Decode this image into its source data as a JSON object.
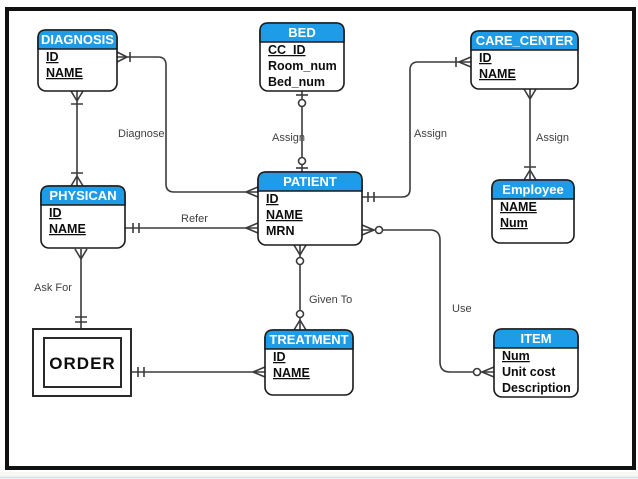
{
  "diagram": {
    "type": "entity-relationship-diagram",
    "entities": [
      {
        "name": "DIAGNOSIS",
        "attributes": [
          {
            "text": "ID",
            "key": true
          },
          {
            "text": "NAME",
            "key": true
          }
        ]
      },
      {
        "name": "BED",
        "attributes": [
          {
            "text": "CC_ID",
            "key": true
          },
          {
            "text": "Room_num",
            "key": false
          },
          {
            "text": "Bed_num",
            "key": false
          }
        ]
      },
      {
        "name": "CARE_CENTER",
        "attributes": [
          {
            "text": "ID",
            "key": true
          },
          {
            "text": "NAME",
            "key": true
          }
        ]
      },
      {
        "name": "PHYSICAN",
        "attributes": [
          {
            "text": "ID",
            "key": true
          },
          {
            "text": "NAME",
            "key": true
          }
        ]
      },
      {
        "name": "PATIENT",
        "attributes": [
          {
            "text": "ID",
            "key": true
          },
          {
            "text": "NAME",
            "key": true
          },
          {
            "text": "MRN",
            "key": false
          }
        ]
      },
      {
        "name": "Employee",
        "attributes": [
          {
            "text": "NAME",
            "key": true
          },
          {
            "text": "Num",
            "key": true
          }
        ]
      },
      {
        "name": "TREATMENT",
        "attributes": [
          {
            "text": "ID",
            "key": true
          },
          {
            "text": "NAME",
            "key": true
          }
        ]
      },
      {
        "name": "ITEM",
        "attributes": [
          {
            "text": "Num",
            "key": true
          },
          {
            "text": "Unit cost",
            "key": false
          },
          {
            "text": "Description",
            "key": false
          }
        ]
      }
    ],
    "weak_entity": {
      "name": "ORDER"
    },
    "relationships": [
      {
        "label": "Diagnose",
        "from": "DIAGNOSIS",
        "to": "PATIENT"
      },
      {
        "label": "Assign",
        "from": "BED",
        "to": "PATIENT"
      },
      {
        "label": "Assign",
        "from": "PATIENT",
        "to": "CARE_CENTER"
      },
      {
        "label": "Assign",
        "from": "CARE_CENTER",
        "to": "Employee"
      },
      {
        "label": "Refer",
        "from": "PHYSICAN",
        "to": "PATIENT"
      },
      {
        "label": "Ask For",
        "from": "PHYSICAN",
        "to": "ORDER"
      },
      {
        "label": "Given To",
        "from": "PATIENT",
        "to": "TREATMENT"
      },
      {
        "label": "Use",
        "from": "PATIENT",
        "to": "ITEM"
      }
    ],
    "colors": {
      "entity_header": "#1f9ce8",
      "entity_header_text": "#ffffff",
      "entity_body": "#ffffff",
      "line": "#3b3b3b",
      "attribute_text": "#0d0d0d",
      "frame": "#111111",
      "background": "#ffffff"
    }
  }
}
